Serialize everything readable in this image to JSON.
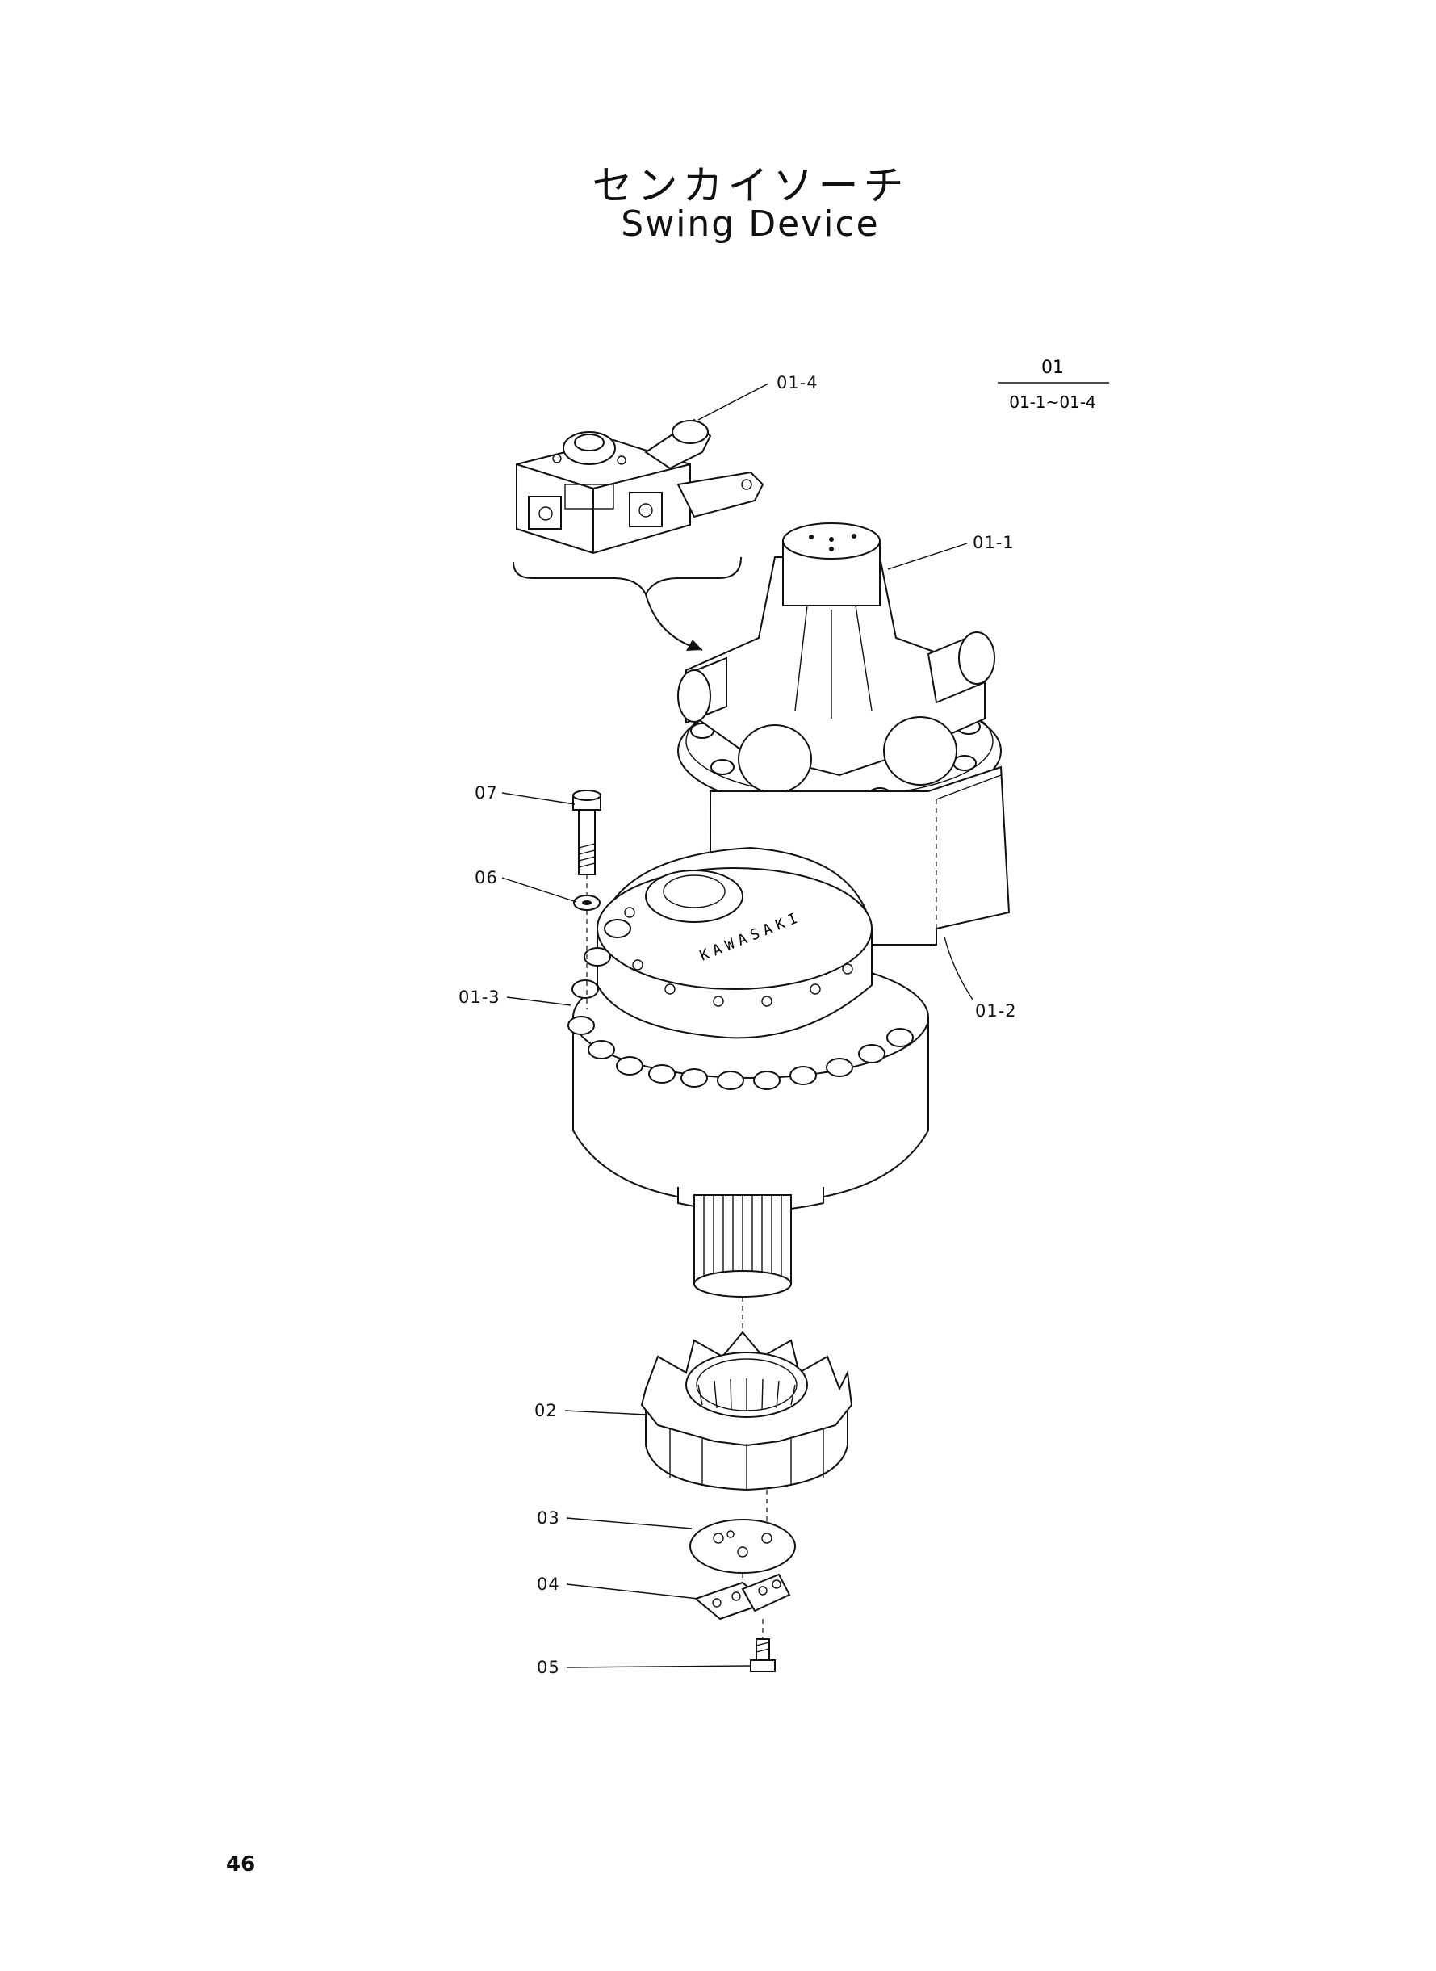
{
  "header": {
    "title_jp": "センカイソーチ",
    "title_en": "Swing Device"
  },
  "assembly_note": {
    "top": "01",
    "bottom": "01-1~01-4"
  },
  "callouts": [
    {
      "id": "c-01-4",
      "label": "01-4"
    },
    {
      "id": "c-01-1",
      "label": "01-1"
    },
    {
      "id": "c-07",
      "label": "07"
    },
    {
      "id": "c-06",
      "label": "06"
    },
    {
      "id": "c-01-3",
      "label": "01-3"
    },
    {
      "id": "c-01-2",
      "label": "01-2"
    },
    {
      "id": "c-02",
      "label": "02"
    },
    {
      "id": "c-03",
      "label": "03"
    },
    {
      "id": "c-04",
      "label": "04"
    },
    {
      "id": "c-05",
      "label": "05"
    }
  ],
  "housing_marking": "KAWASAKI",
  "page_number": "46"
}
